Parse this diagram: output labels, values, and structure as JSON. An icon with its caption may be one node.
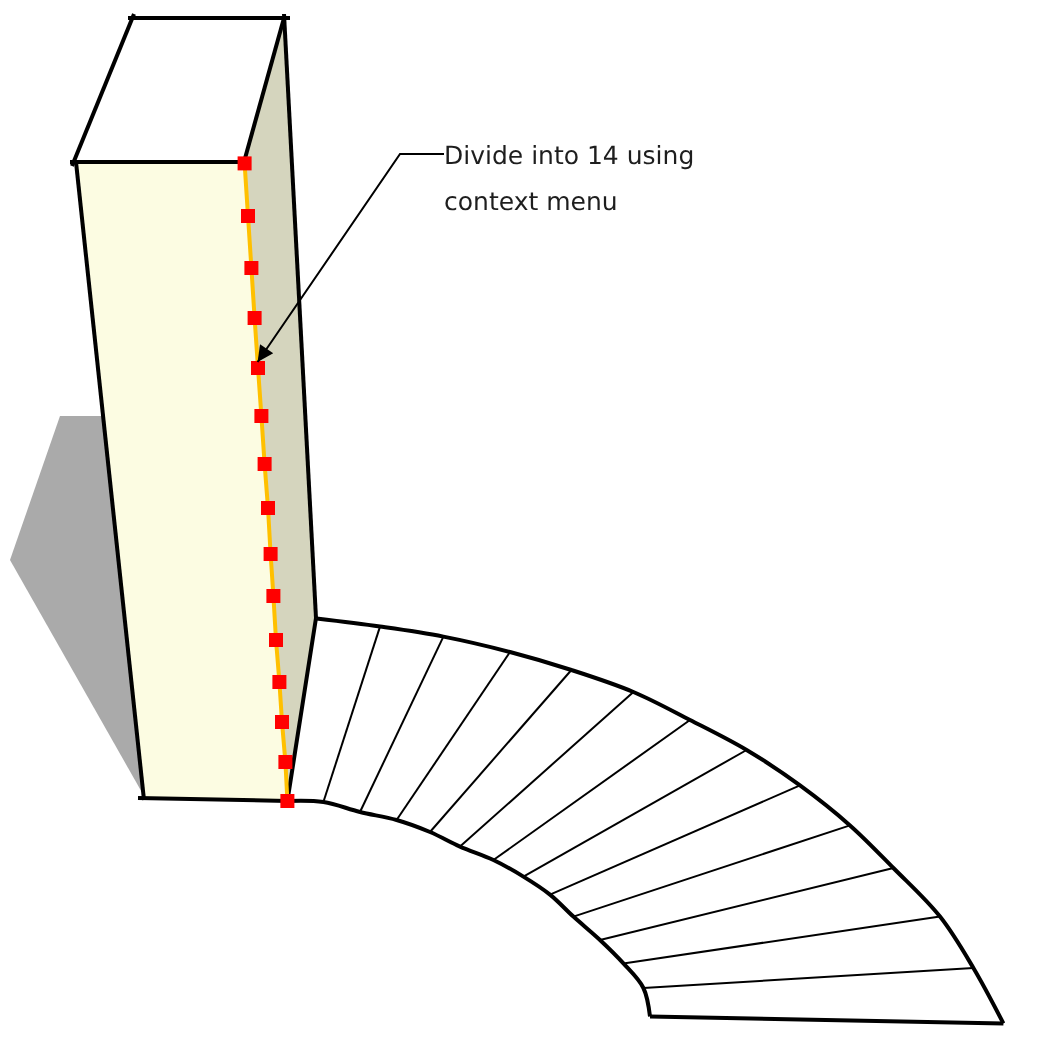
{
  "diagram": {
    "nodes": [
      {
        "text": [
          "Divide into 14 using context menu"
        ]
      },
      {
        "text": [],
        "shape": "line"
      }
    ],
    "edges": [
      {
        "from": 0,
        "to": 1,
        "arrow": "to"
      }
    ]
  }
}
